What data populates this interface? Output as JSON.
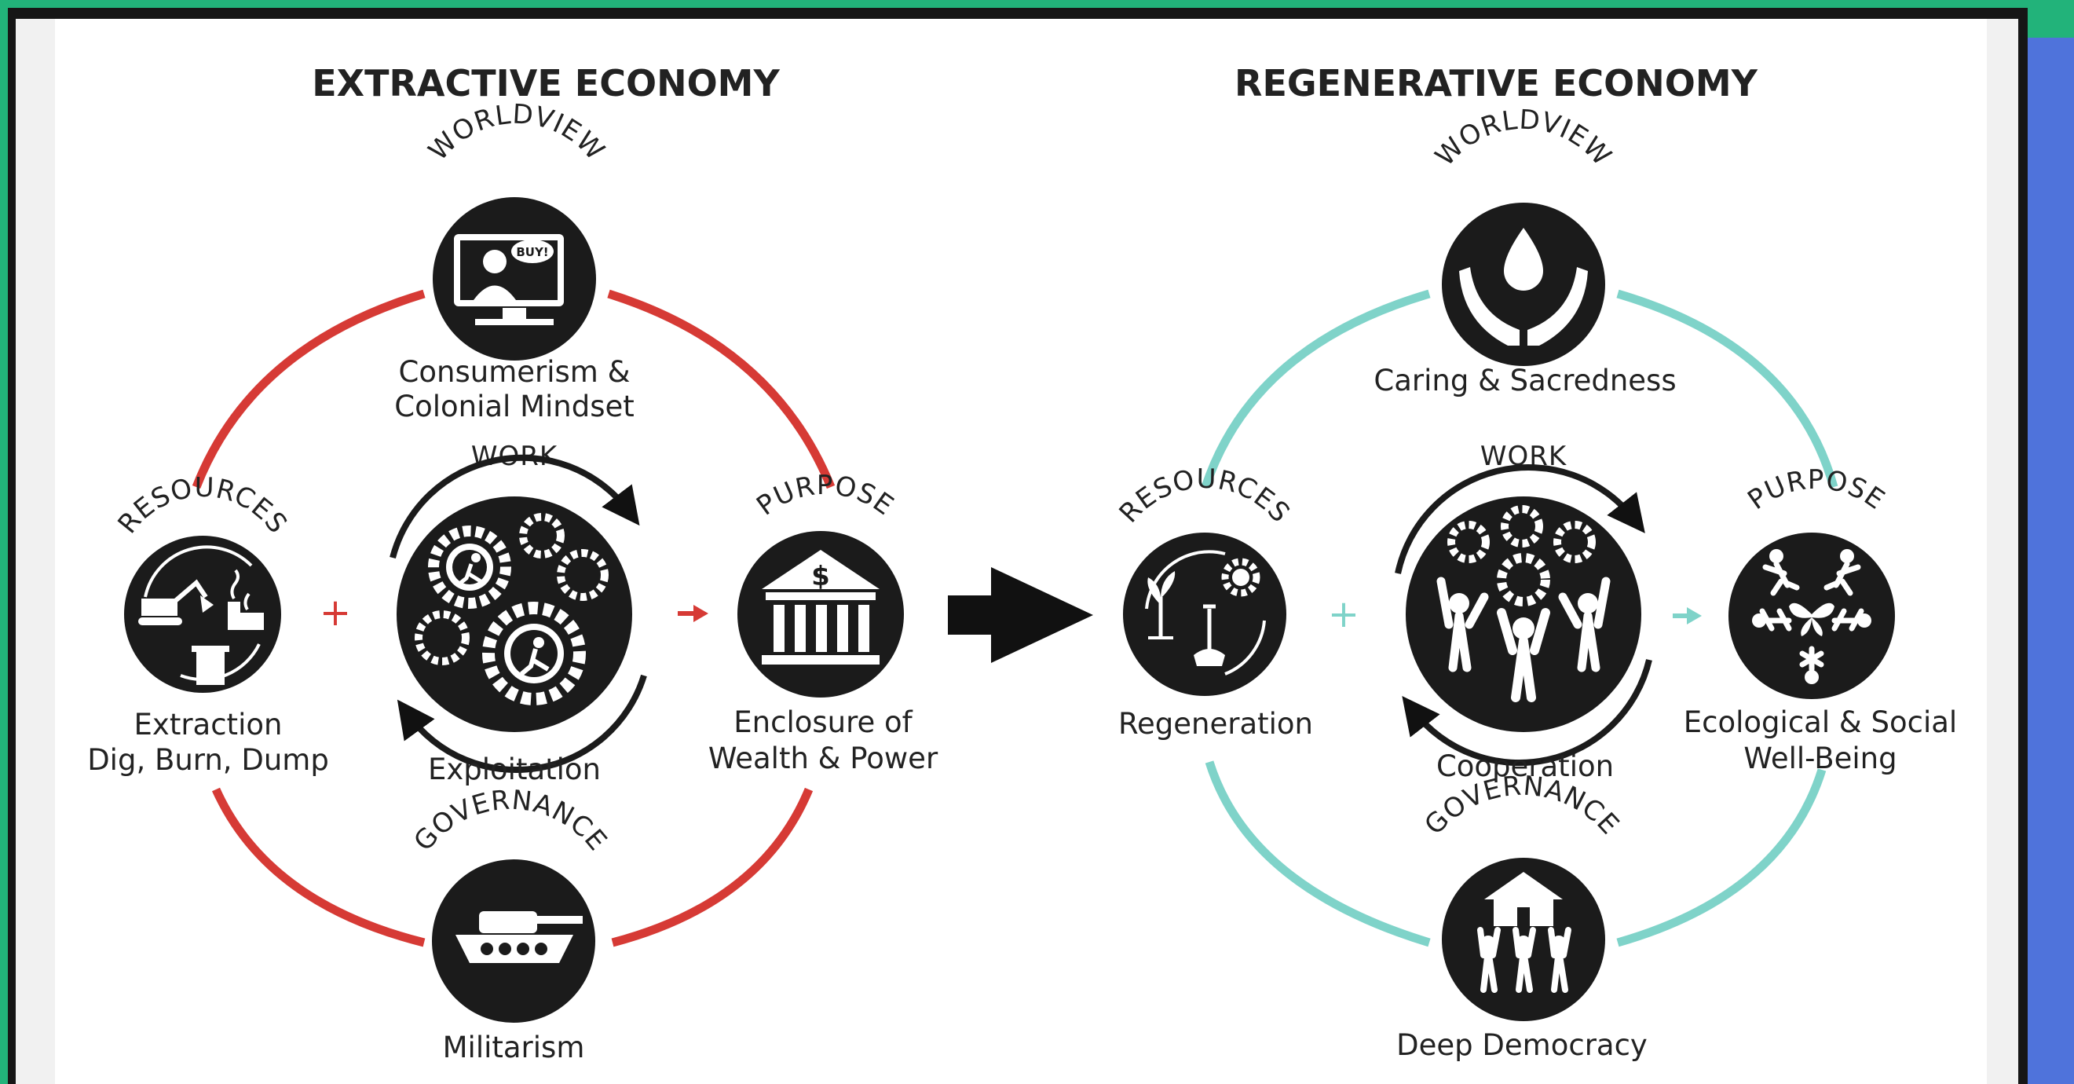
{
  "diagram": {
    "left": {
      "title": "EXTRACTIVE ECONOMY",
      "color": "#d63a35",
      "worldview": {
        "heading": "WORLDVIEW",
        "caption": [
          "Consumerism &",
          "Colonial Mindset"
        ],
        "icon": "billboard-buy-icon",
        "icon_text": "BUY!"
      },
      "work": {
        "heading": "WORK",
        "caption": [
          "Exploitation"
        ],
        "icon": "gears-runners-icon"
      },
      "resources": {
        "heading": "RESOURCES",
        "caption": [
          "Extraction",
          "Dig, Burn, Dump"
        ],
        "icon": "excavator-factory-trash-icon"
      },
      "purpose": {
        "heading": "PURPOSE",
        "caption": [
          "Enclosure of",
          "Wealth & Power"
        ],
        "icon": "bank-dollar-icon"
      },
      "governance": {
        "heading": "GOVERNANCE",
        "caption": [
          "Militarism"
        ],
        "icon": "tank-icon"
      },
      "plus": "+"
    },
    "right": {
      "title": "REGENERATIVE ECONOMY",
      "color": "#7fd3c9",
      "worldview": {
        "heading": "WORLDVIEW",
        "caption": [
          "Caring & Sacredness"
        ],
        "icon": "hands-water-drop-icon"
      },
      "work": {
        "heading": "WORK",
        "caption": [
          "Cooperation"
        ],
        "icon": "people-gears-icon"
      },
      "resources": {
        "heading": "RESOURCES",
        "caption": [
          "Regeneration"
        ],
        "icon": "sprout-sun-shovel-icon"
      },
      "purpose": {
        "heading": "PURPOSE",
        "caption": [
          "Ecological & Social",
          "Well-Being"
        ],
        "icon": "people-butterfly-icon"
      },
      "governance": {
        "heading": "GOVERNANCE",
        "caption": [
          "Deep Democracy"
        ],
        "icon": "people-holding-house-icon"
      },
      "plus": "+"
    },
    "transition_arrow": "big-black-arrow-icon"
  }
}
